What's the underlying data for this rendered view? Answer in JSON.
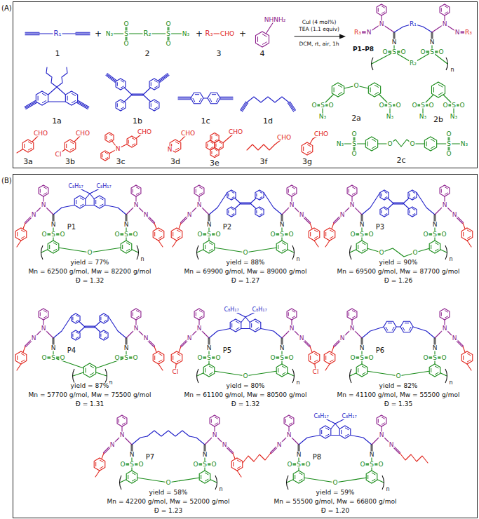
{
  "diagram": {
    "nodes": [
      {
        "text": [
          "(A)"
        ]
      },
      {
        "text": [
          "(B)"
        ]
      }
    ],
    "labels": [
      "R₁",
      "1",
      "+",
      "N₃",
      "S",
      "O",
      "O",
      "R₂",
      "S",
      "O",
      "O",
      "N₃",
      "2",
      "+",
      "R₃",
      "CHO",
      "3",
      "+",
      "NHNH₂",
      "4",
      "CuI (4 mol%)",
      "TEA (1.1 equiv)",
      "DCM, rt, air, 1h",
      "R₃",
      "N",
      "N",
      "N",
      "S",
      "O",
      "O",
      "R₁",
      "N",
      "S",
      "O",
      "O",
      "N",
      "N",
      "R₃",
      "R₂",
      "n",
      "P1–P8",
      "1a",
      "1b",
      "1c",
      "1d",
      "N₃",
      "S",
      "O",
      "O",
      "O",
      "S",
      "O",
      "O",
      "N₃",
      "2a",
      "N₃",
      "S",
      "O",
      "O",
      "S",
      "O",
      "O",
      "N₃",
      "2b",
      "CHO",
      "3a",
      "Cl",
      "CHO",
      "3b",
      "N",
      "CHO",
      "3c",
      "N",
      "CHO",
      "3d",
      "CHO",
      "3e",
      "CHO",
      "3f",
      "CHO",
      "3g",
      "N₃",
      "S",
      "O",
      "O",
      "O",
      "O",
      "S",
      "O",
      "O",
      "N₃",
      "2c",
      "C₈H₁₇",
      "C₈H₁₇",
      "N",
      "N",
      "N",
      "N",
      "N",
      "S",
      "O",
      "O",
      "N",
      "S",
      "O",
      "O",
      "O",
      "n",
      "P1",
      "yield = 77%",
      "Mn = 62500 g/mol, Mw = 82200 g/mol",
      "Đ = 1.32",
      "N",
      "N",
      "N",
      "N",
      "N",
      "S",
      "O",
      "O",
      "N",
      "S",
      "O",
      "O",
      "O",
      "n",
      "P2",
      "yield = 88%",
      "Mn = 69900 g/mol, Mw = 89000 g/mol",
      "Đ = 1.27",
      "N",
      "N",
      "N",
      "N",
      "N",
      "S",
      "O",
      "O",
      "N",
      "S",
      "O",
      "O",
      "O",
      "O",
      "n",
      "P3",
      "yield = 90%",
      "Mn = 69500 g/mol, Mw = 87700 g/mol",
      "Đ = 1.26",
      "N",
      "N",
      "N",
      "N",
      "N",
      "S",
      "O",
      "O",
      "N",
      "S",
      "O",
      "O",
      "n",
      "P4",
      "yield = 87%",
      "Mn = 57700 g/mol, Mw = 75500 g/mol",
      "Đ = 1.31",
      "C₈H₁₇",
      "C₈H₁₇",
      "N",
      "N",
      "N",
      "N",
      "N",
      "S",
      "O",
      "O",
      "N",
      "S",
      "O",
      "O",
      "Cl",
      "Cl",
      "O",
      "n",
      "P5",
      "yield = 80%",
      "Mn = 61100 g/mol, Mw = 80500 g/mol",
      "Đ = 1.32",
      "N",
      "N",
      "N",
      "N",
      "N",
      "S",
      "O",
      "O",
      "N",
      "S",
      "O",
      "O",
      "O",
      "n",
      "P6",
      "yield = 82%",
      "Mn = 41100 g/mol, Mw = 55500 g/mol",
      "Đ = 1.35",
      "N",
      "N",
      "N",
      "N",
      "N",
      "S",
      "O",
      "O",
      "N",
      "S",
      "O",
      "O",
      "O",
      "n",
      "P7",
      "yield = 58%",
      "Mn = 42200 g/mol, Mw = 52000 g/mol",
      "Đ = 1.23",
      "C₈H₁₇",
      "C₈H₁₇",
      "N",
      "N",
      "N",
      "N",
      "N",
      "S",
      "O",
      "O",
      "N",
      "S",
      "O",
      "O",
      "O",
      "n",
      "P8",
      "yield = 59%",
      "Mn = 55500 g/mol, Mw = 66800 g/mol",
      "Đ = 1.20"
    ]
  }
}
